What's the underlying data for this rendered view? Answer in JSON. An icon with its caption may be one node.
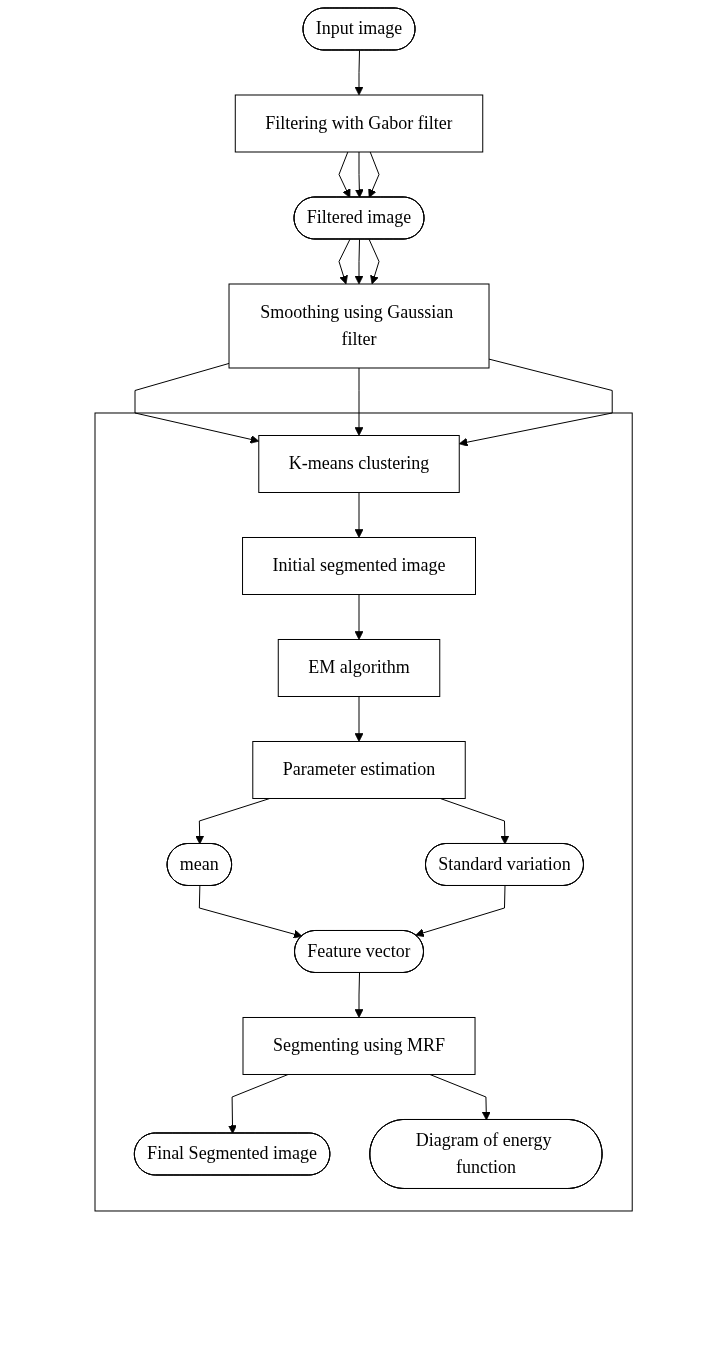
{
  "diagram": {
    "nodes": [
      {
        "text": [
          "Input image"
        ]
      },
      {
        "text": [
          "Filtering with Gabor filter"
        ]
      },
      {
        "text": [
          "Filtered image"
        ]
      },
      {
        "text": [
          "Smoothing using Gaussian filter"
        ]
      },
      {
        "text": [],
        "shape": "box"
      },
      {
        "text": [
          "K-means clustering"
        ],
        "in": 4
      },
      {
        "text": [
          "Initial segmented image"
        ],
        "in": 4
      },
      {
        "text": [
          "EM algorithm"
        ],
        "in": 4
      },
      {
        "text": [
          "Parameter estimation"
        ],
        "in": 4
      },
      {
        "text": [
          "mean"
        ],
        "in": 4
      },
      {
        "text": [
          "Standard variation"
        ],
        "in": 4
      },
      {
        "text": [
          "Feature vector"
        ],
        "in": 4
      },
      {
        "text": [
          "Segmenting using MRF"
        ],
        "in": 4
      },
      {
        "text": [
          "Final Segmented image"
        ],
        "in": 4
      },
      {
        "text": [
          "Diagram of energy function"
        ],
        "in": 4
      }
    ],
    "edges": [
      {
        "from": 0,
        "to": 1,
        "arrow": "to"
      },
      {
        "from": 1,
        "to": 2,
        "arrow": "to"
      },
      {
        "from": 1,
        "to": 2,
        "arrow": "to"
      },
      {
        "from": 1,
        "to": 2,
        "arrow": "to"
      },
      {
        "from": 2,
        "to": 3,
        "arrow": "to"
      },
      {
        "from": 2,
        "to": 3,
        "arrow": "to"
      },
      {
        "from": 2,
        "to": 3,
        "arrow": "to"
      },
      {
        "from": 3,
        "to": 5,
        "arrow": "to"
      },
      {
        "from": 3,
        "to": 5,
        "arrow": "to"
      },
      {
        "from": 3,
        "to": 5,
        "arrow": "to"
      },
      {
        "from": 5,
        "to": 6,
        "arrow": "to"
      },
      {
        "from": 6,
        "to": 7,
        "arrow": "to"
      },
      {
        "from": 7,
        "to": 8,
        "arrow": "to"
      },
      {
        "from": 8,
        "to": 9,
        "arrow": "to"
      },
      {
        "from": 8,
        "to": 10,
        "arrow": "to"
      },
      {
        "from": 9,
        "to": 11,
        "arrow": "to"
      },
      {
        "from": 10,
        "to": 11,
        "arrow": "to"
      },
      {
        "from": 11,
        "to": 12,
        "arrow": "to"
      },
      {
        "from": 12,
        "to": 13,
        "arrow": "to"
      },
      {
        "from": 12,
        "to": 14,
        "arrow": "to"
      }
    ]
  }
}
